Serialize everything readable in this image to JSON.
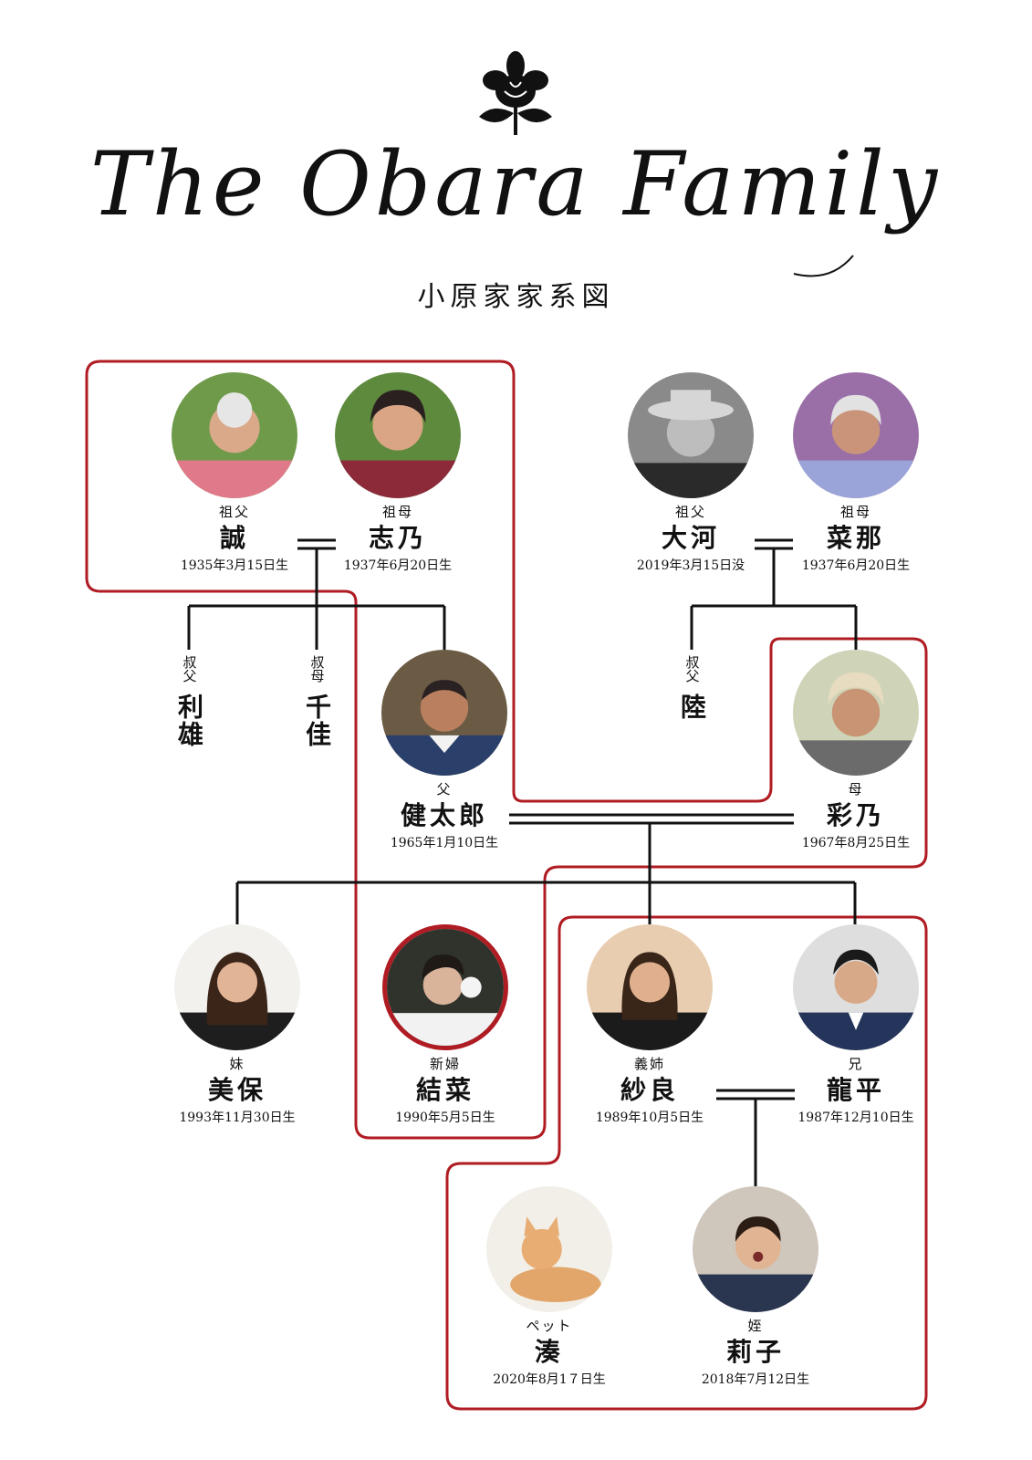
{
  "header": {
    "title": "The Obara Family",
    "subtitle": "小原家家系図"
  },
  "colors": {
    "accent": "#b01c23",
    "line": "#111111"
  },
  "icons": {
    "crest": "flower-crest-icon"
  },
  "people": {
    "makoto": {
      "role": "祖父",
      "name": "誠",
      "date": "1935年3月15日生"
    },
    "shino": {
      "role": "祖母",
      "name": "志乃",
      "date": "1937年6月20日生"
    },
    "taiga": {
      "role": "祖父",
      "name": "大河",
      "date": "2019年3月15日没"
    },
    "nana": {
      "role": "祖母",
      "name": "菜那",
      "date": "1937年6月20日生"
    },
    "toshio": {
      "role": "叔父",
      "name": "利雄"
    },
    "chika": {
      "role": "叔母",
      "name": "千佳"
    },
    "riku": {
      "role": "叔父",
      "name": "陸"
    },
    "kentaro": {
      "role": "父",
      "name": "健太郎",
      "date": "1965年1月10日生"
    },
    "ayano": {
      "role": "母",
      "name": "彩乃",
      "date": "1967年8月25日生"
    },
    "miho": {
      "role": "妹",
      "name": "美保",
      "date": "1993年11月30日生"
    },
    "yuina": {
      "role": "新婦",
      "name": "結菜",
      "date": "1990年5月5日生"
    },
    "sara": {
      "role": "義姉",
      "name": "紗良",
      "date": "1989年10月5日生"
    },
    "ryohei": {
      "role": "兄",
      "name": "龍平",
      "date": "1987年12月10日生"
    },
    "minato": {
      "role": "ペット",
      "name": "湊",
      "date": "2020年8月1７日生"
    },
    "riko": {
      "role": "姪",
      "name": "莉子",
      "date": "2018年7月12日生"
    }
  }
}
